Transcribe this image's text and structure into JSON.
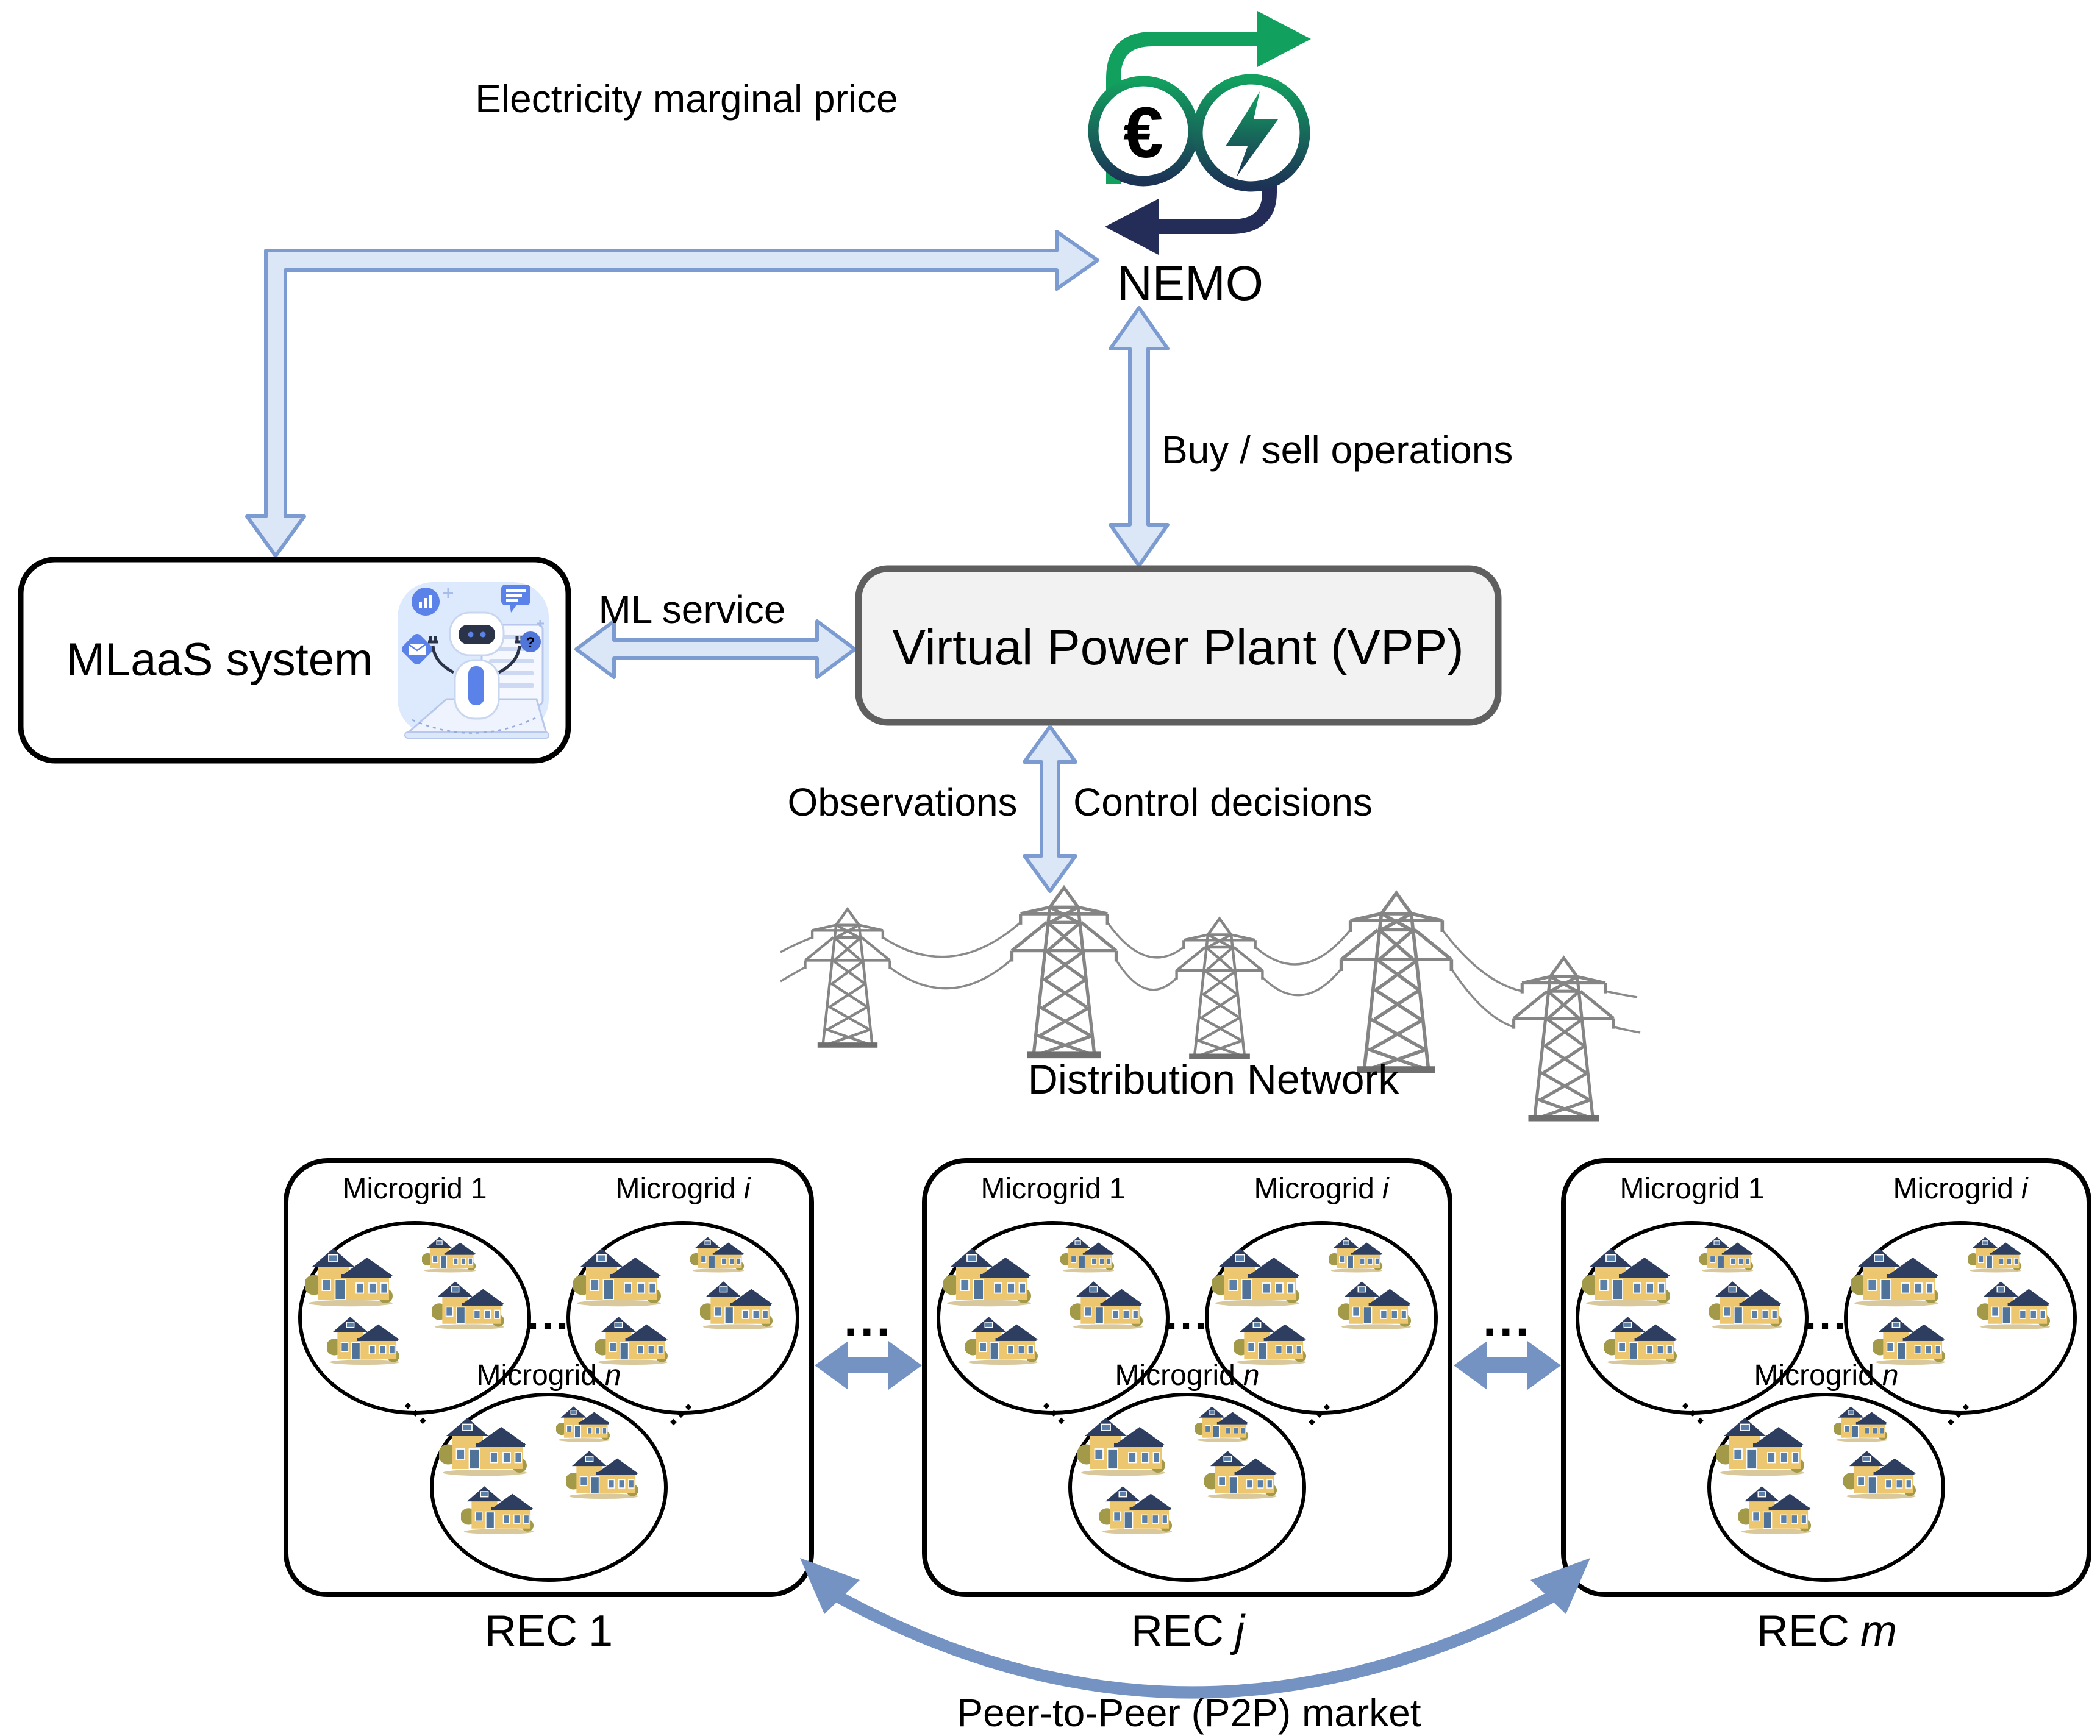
{
  "labels": {
    "electricity_marginal_price": "Electricity marginal price",
    "nemo": "NEMO",
    "buy_sell_operations": "Buy / sell operations",
    "mlaas_system": "MLaaS system",
    "ml_service": "ML service",
    "vpp": "Virtual Power Plant (VPP)",
    "observations": "Observations",
    "control_decisions": "Control decisions",
    "distribution_network": "Distribution Network",
    "p2p_market": "Peer-to-Peer (P2P) market",
    "ellipsis": "···",
    "euro": "€",
    "question": "?"
  },
  "microgrids": [
    {
      "prefix": "Microgrid",
      "var": "1"
    },
    {
      "prefix": "Microgrid",
      "var": "i"
    },
    {
      "prefix": "Microgrid",
      "var": "n"
    }
  ],
  "rec": [
    {
      "prefix": "REC",
      "var": "1"
    },
    {
      "prefix": "REC",
      "var": "j"
    },
    {
      "prefix": "REC",
      "var": "m"
    }
  ],
  "colors": {
    "light_arrow_fill": "#dbe6f6",
    "light_arrow_border": "#7c9bd0",
    "solid_arrow_blue": "#7493c3",
    "nemo_green": "#12a05f",
    "nemo_navy": "#1c3356",
    "vpp_fill": "#f2f2f2",
    "vpp_border": "#5f5f5f",
    "house_wall": "#ecc76f",
    "house_roof": "#2e3e60",
    "house_window": "#5a80aa",
    "bush_olive": "#a29a49",
    "tower_gray": "#858585",
    "robot_blue": "#5b82e8"
  }
}
